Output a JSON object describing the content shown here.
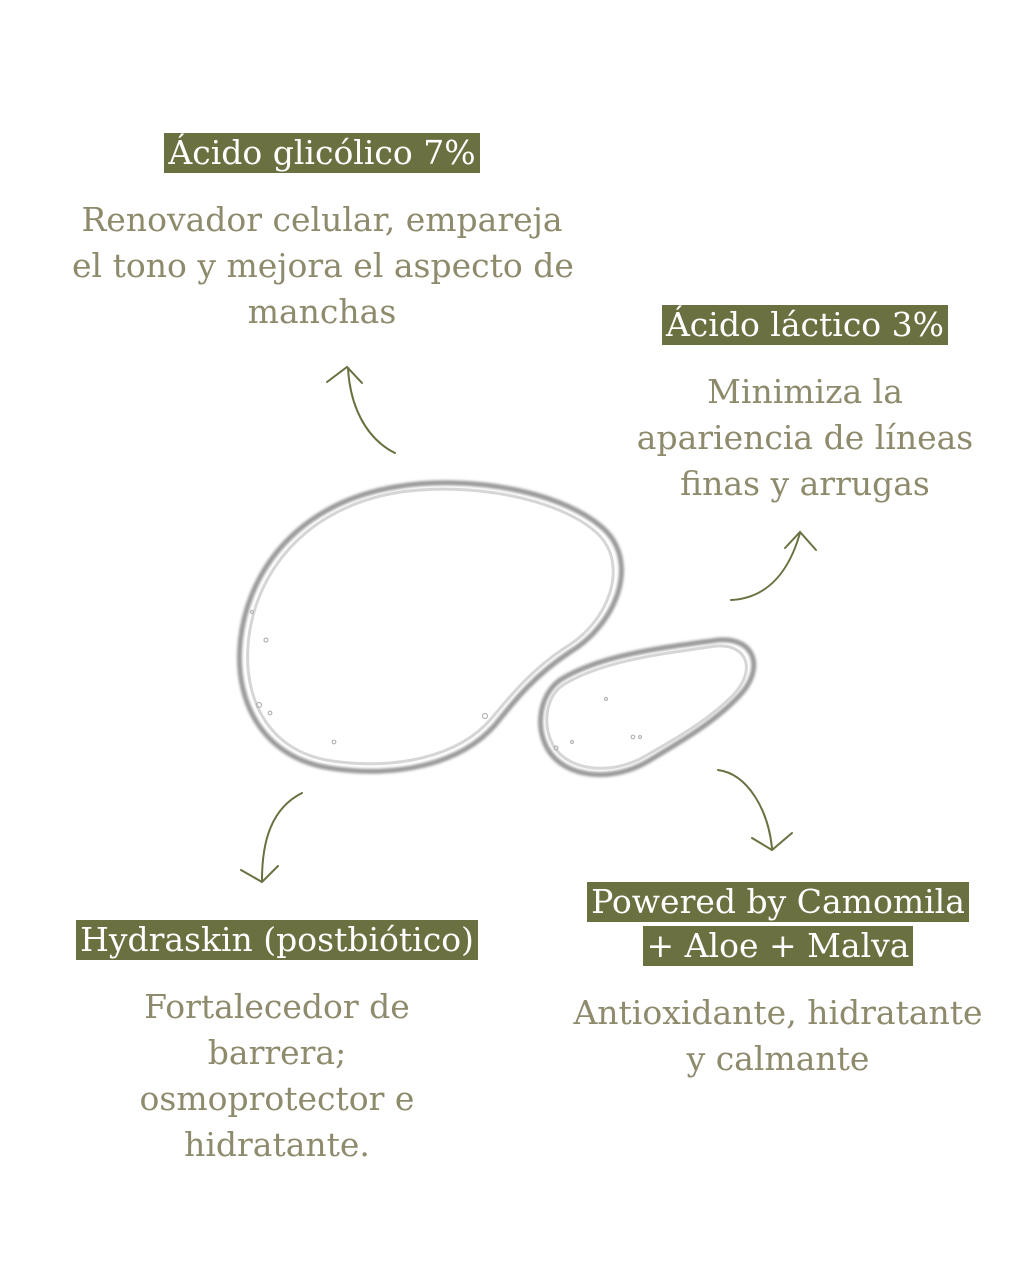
{
  "colors": {
    "accent": "#6a7040",
    "label_text": "#ffffff",
    "description_text": "#8e8a6c",
    "arrow": "#6a7040",
    "background": "#ffffff"
  },
  "items": {
    "glicolico": {
      "label": "Ácido glicólico 7%",
      "lines": [
        "Renovador celular, empareja",
        "el tono y mejora el aspecto de",
        "manchas"
      ]
    },
    "lactico": {
      "label": "Ácido láctico 3%",
      "lines": [
        "Minimiza la",
        "apariencia de líneas",
        "finas y arrugas"
      ]
    },
    "hydraskin": {
      "label": "Hydraskin (postbiótico)",
      "lines": [
        "Fortalecedor de",
        "barrera;",
        "osmoprotector e",
        "hidratante."
      ]
    },
    "powered": {
      "label_lines": [
        "Powered by Camomila",
        "+ Aloe + Malva"
      ],
      "lines": [
        "Antioxidante, hidratante",
        "y calmante"
      ]
    }
  },
  "icons": {
    "arrows": [
      "curved-arrow-up-icon",
      "curved-arrow-up-right-icon",
      "curved-arrow-down-left-icon",
      "curved-arrow-down-right-icon"
    ],
    "droplets": [
      "serum-drop-large-icon",
      "serum-drop-small-icon"
    ]
  }
}
